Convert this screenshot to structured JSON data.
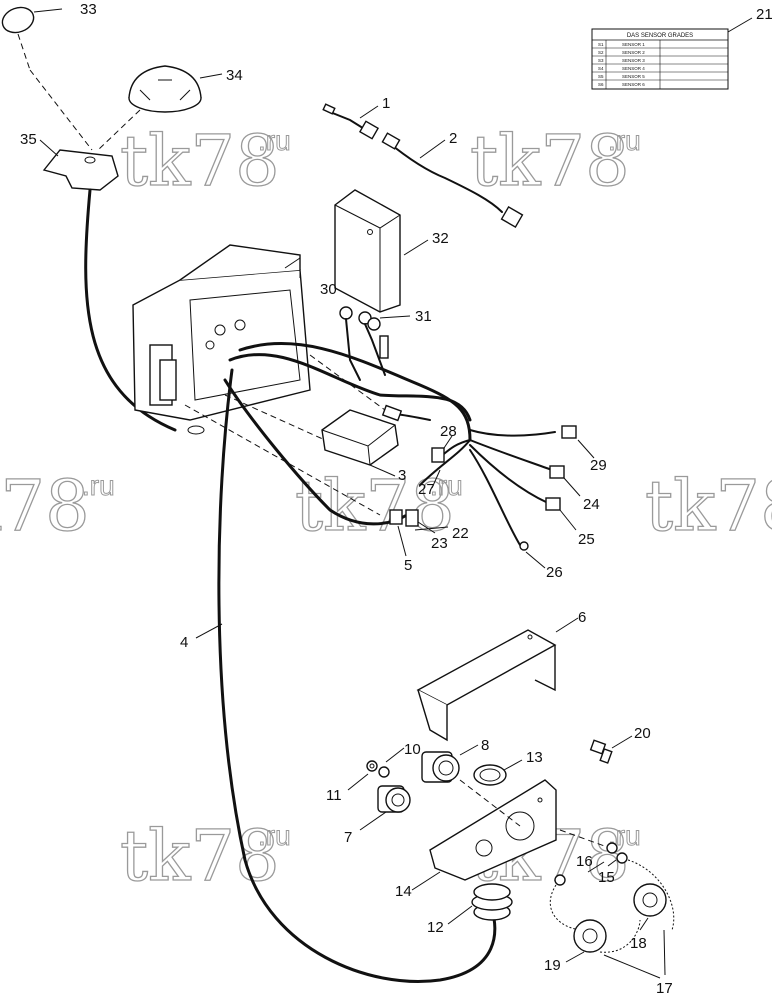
{
  "watermark": {
    "text": "tk78",
    "suffix": ".ru"
  },
  "sensor_table": {
    "title": "DAS SENSOR GRADES",
    "rows": [
      {
        "code": "S1",
        "label": "SENSOR 1"
      },
      {
        "code": "S2",
        "label": "SENSOR 2"
      },
      {
        "code": "S3",
        "label": "SENSOR 3"
      },
      {
        "code": "S4",
        "label": "SENSOR 4"
      },
      {
        "code": "S5",
        "label": "SENSOR 5"
      },
      {
        "code": "S6",
        "label": "SENSOR 6"
      }
    ]
  },
  "callouts": {
    "c1": "1",
    "c2": "2",
    "c3": "3",
    "c4": "4",
    "c5": "5",
    "c6": "6",
    "c7": "7",
    "c8": "8",
    "c10": "10",
    "c11": "11",
    "c12": "12",
    "c13": "13",
    "c14": "14",
    "c15": "15",
    "c16": "16",
    "c17": "17",
    "c18": "18",
    "c19": "19",
    "c20": "20",
    "c21": "21",
    "c22": "22",
    "c23": "23",
    "c24": "24",
    "c25": "25",
    "c26": "26",
    "c27": "27",
    "c28": "28",
    "c29": "29",
    "c30": "30",
    "c31": "31",
    "c32": "32",
    "c33": "33",
    "c34": "34",
    "c35": "35"
  }
}
